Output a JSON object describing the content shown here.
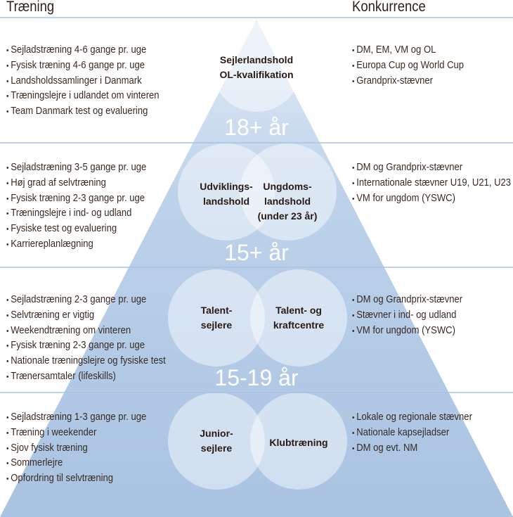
{
  "headers": {
    "left": "Træning",
    "right": "Konkurrence"
  },
  "colors": {
    "divider": "#a7c3e2",
    "triangle_top": "#e3ecf6",
    "triangle_bottom": "#a9c3e2"
  },
  "levels": [
    {
      "age": "18+ år",
      "circles": [
        "Sejlerlandshold\nOL-kvalifikation"
      ],
      "training": [
        "Sejladstræning 4-6 gange pr. uge",
        "Fysisk træning 4-6 gange pr. uge",
        "Landsholdssamlinger i Danmark",
        "Træningslejre i udlandet om vinteren",
        "Team Danmark test og evaluering"
      ],
      "competition": [
        "DM, EM, VM og OL",
        "Europa Cup og World Cup",
        "Grandprix-stævner"
      ]
    },
    {
      "age": "15+ år",
      "circles": [
        "Udviklings-\nlandshold",
        "Ungdoms-\nlandshold\n(under 23 år)"
      ],
      "training": [
        "Sejladstræning 3-5 gange pr. uge",
        "Høj grad af selvtræning",
        "Fysisk træning 2-3 gange pr. uge",
        "Træningslejre i ind- og udland",
        "Fysiske test og evaluering",
        "Karriereplanlægning"
      ],
      "competition": [
        "DM og Grandprix-stævner",
        "Internationale stævner U19, U21, U23",
        "VM for ungdom (YSWC)"
      ]
    },
    {
      "age": "15-19 år",
      "circles": [
        "Talent-\nsejlere",
        "Talent- og\nkraftcentre"
      ],
      "training": [
        "Sejladstræning 2-3 gange pr. uge",
        "Selvtræning er vigtig",
        "Weekendtræning om vinteren",
        "Fysisk træning 2-3 gange pr. uge",
        "Nationale træningslejre og fysiske test",
        "Trænersamtaler (lifeskills)"
      ],
      "competition": [
        "DM og Grandprix-stævner",
        "Stævner i ind- og udland",
        "VM for ungdom (YSWC)"
      ]
    },
    {
      "circles": [
        "Junior-\nsejlere",
        "Klubtræning"
      ],
      "training": [
        "Sejladstræning 1-3 gange pr. uge",
        "Træning i weekender",
        "Sjov fysisk træning",
        "Sommerlejre",
        "Opfordring til selvtræning"
      ],
      "competition": [
        "Lokale og regionale stævner",
        "Nationale kapsejladser",
        "DM og evt. NM"
      ]
    }
  ]
}
